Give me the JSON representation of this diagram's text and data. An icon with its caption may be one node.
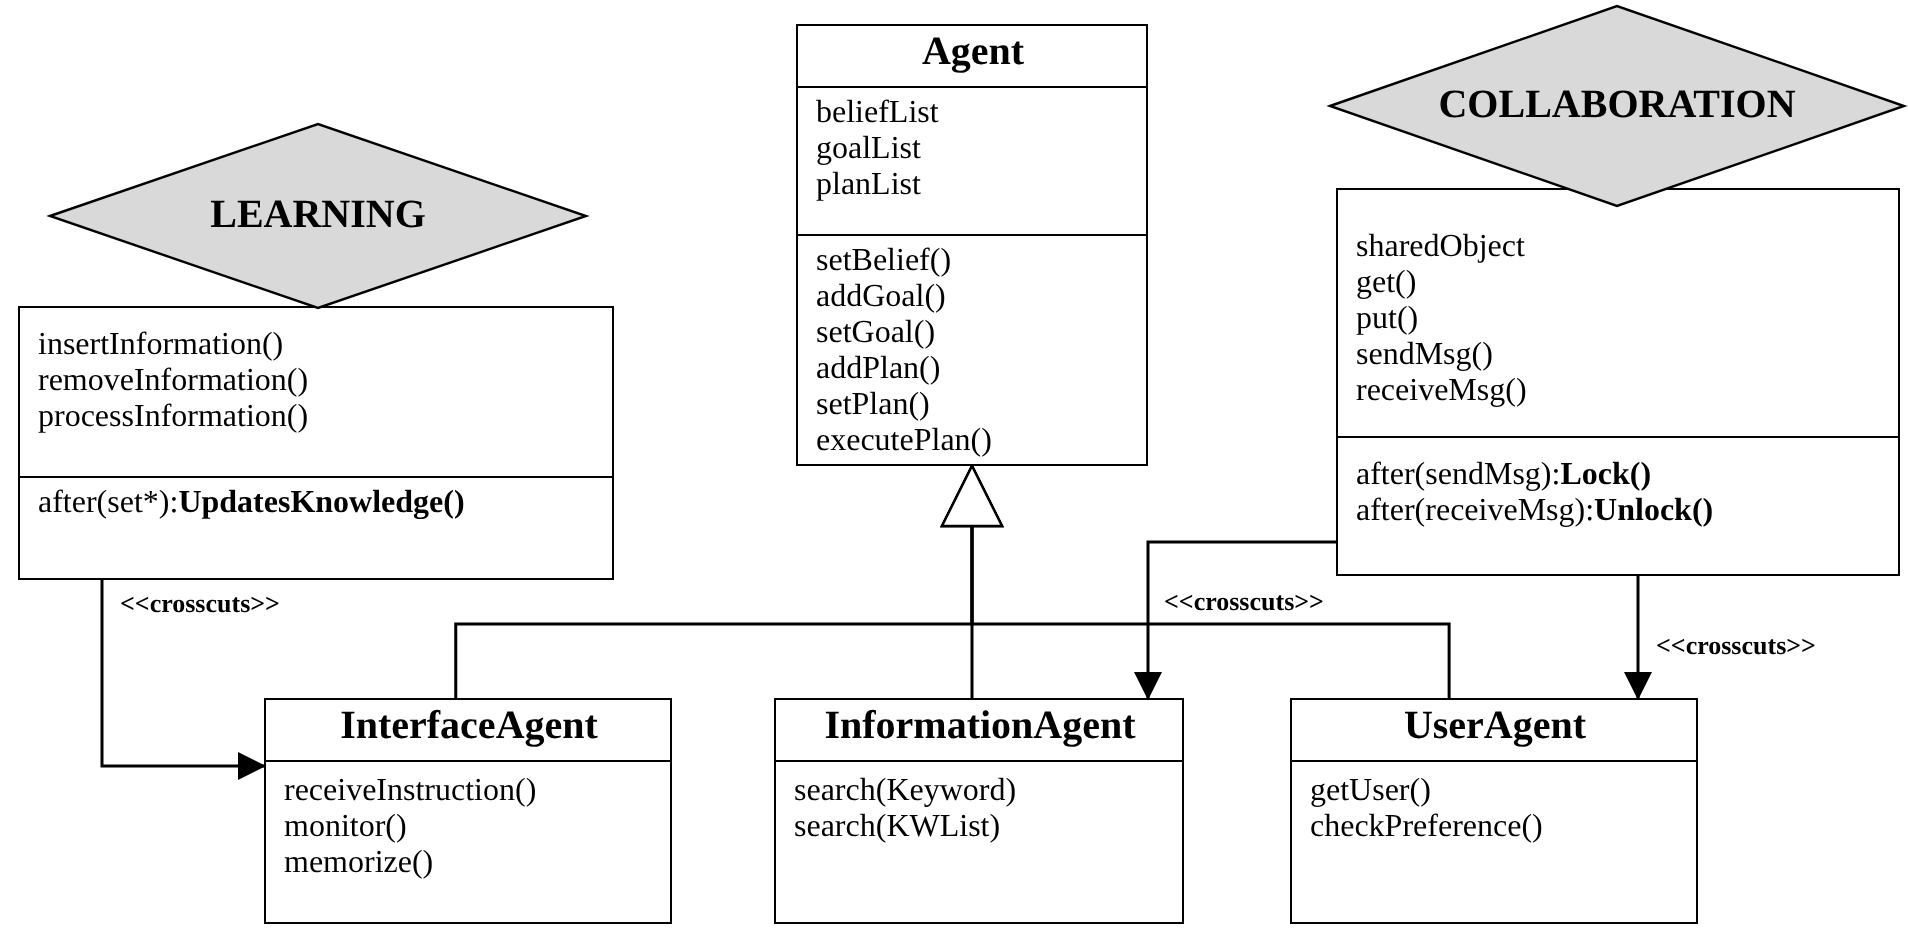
{
  "diagram": {
    "nodes": [
      {
        "text": [
          "LEARNING"
        ]
      },
      {
        "text": [
          "insertInformation()",
          "removeInformation()",
          "processInformation()",
          "after(set*):**UpdatesKnowledge()**"
        ]
      },
      {
        "text": [
          "Agent",
          "beliefList",
          "goalList",
          "planList",
          "setBelief()",
          "addGoal()",
          "setGoal()",
          "addPlan()",
          "setPlan()",
          "executePlan()"
        ]
      },
      {
        "text": [
          "COLLABORATION"
        ]
      },
      {
        "text": [
          "sharedObject",
          "get()",
          "put()",
          "sendMsg()",
          "receiveMsg()",
          "after(sendMsg):**Lock()**",
          "after(receiveMsg):**Unlock()**"
        ]
      },
      {
        "text": [
          "InterfaceAgent",
          "receiveInstruction()",
          "monitor()",
          "memorize()"
        ]
      },
      {
        "text": [
          "InformationAgent",
          "search(Keyword)",
          "search(KWList)"
        ]
      },
      {
        "text": [
          "UserAgent",
          "getUser()",
          "checkPreference()"
        ]
      }
    ],
    "edges": [
      {
        "from": 5,
        "to": 2,
        "arrow": "to"
      },
      {
        "from": 6,
        "to": 2,
        "arrow": "to"
      },
      {
        "from": 7,
        "to": 2,
        "arrow": "to"
      },
      {
        "from": 1,
        "to": 5,
        "arrow": "to",
        "label": "<<crosscuts>>"
      },
      {
        "from": 4,
        "to": 6,
        "arrow": "to",
        "label": "<<crosscuts>>"
      },
      {
        "from": 4,
        "to": 7,
        "arrow": "to",
        "label": "<<crosscuts>>"
      }
    ]
  }
}
